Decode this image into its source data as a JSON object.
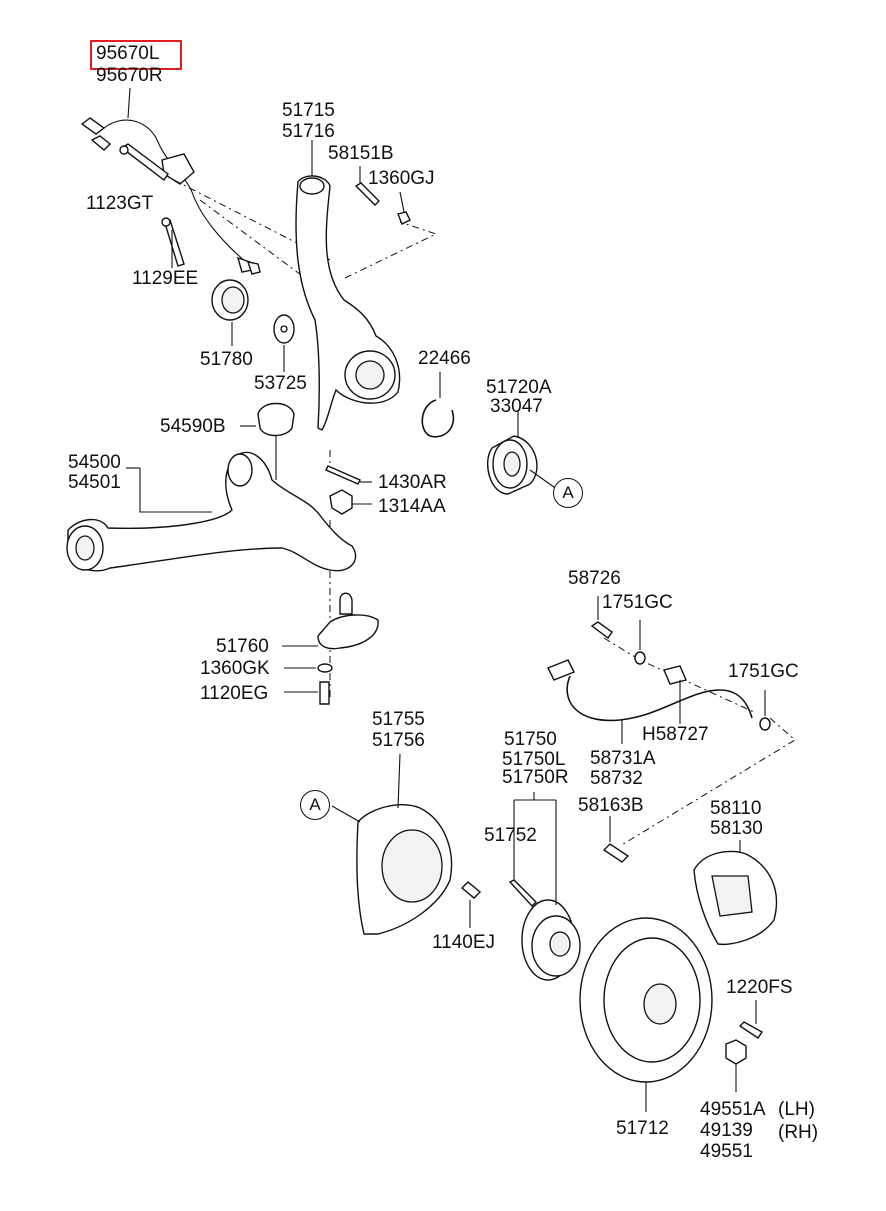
{
  "highlight": {
    "part": "95670L",
    "color": "#e02020"
  },
  "labels": {
    "l95670L": "95670L",
    "l95670R": "95670R",
    "l1123GT": "1123GT",
    "l1129EE": "1129EE",
    "l51780": "51780",
    "l53725": "53725",
    "l51715": "51715",
    "l51716": "51716",
    "l58151B": "58151B",
    "l1360GJ": "1360GJ",
    "l22466": "22466",
    "l51720A": "51720A",
    "l33047": "33047",
    "l54590B": "54590B",
    "l54500": "54500",
    "l54501": "54501",
    "l1430AR": "1430AR",
    "l1314AA": "1314AA",
    "l51760": "51760",
    "l1360GK": "1360GK",
    "l1120EG": "1120EG",
    "l58726": "58726",
    "l1751GC_a": "1751GC",
    "l1751GC_b": "1751GC",
    "lH58727": "H58727",
    "l58731A": "58731A",
    "l58732": "58732",
    "l51755": "51755",
    "l51756": "51756",
    "l51750": "51750",
    "l51750L": "51750L",
    "l51750R": "51750R",
    "l58163B": "58163B",
    "l58110": "58110",
    "l58130": "58130",
    "l51752": "51752",
    "l1140EJ": "1140EJ",
    "l1220FS": "1220FS",
    "l49551A": "49551A",
    "l49139": "49139",
    "l49551": "49551",
    "lLH": "(LH)",
    "lRH": "(RH)",
    "l51712": "51712"
  },
  "callouts": {
    "a1": "A",
    "a2": "A"
  },
  "icons": [
    "abs-sensor-icon",
    "knuckle-icon",
    "lower-arm-icon",
    "hub-icon",
    "brake-disc-icon",
    "caliper-icon",
    "brake-hose-icon",
    "dust-cover-icon"
  ]
}
